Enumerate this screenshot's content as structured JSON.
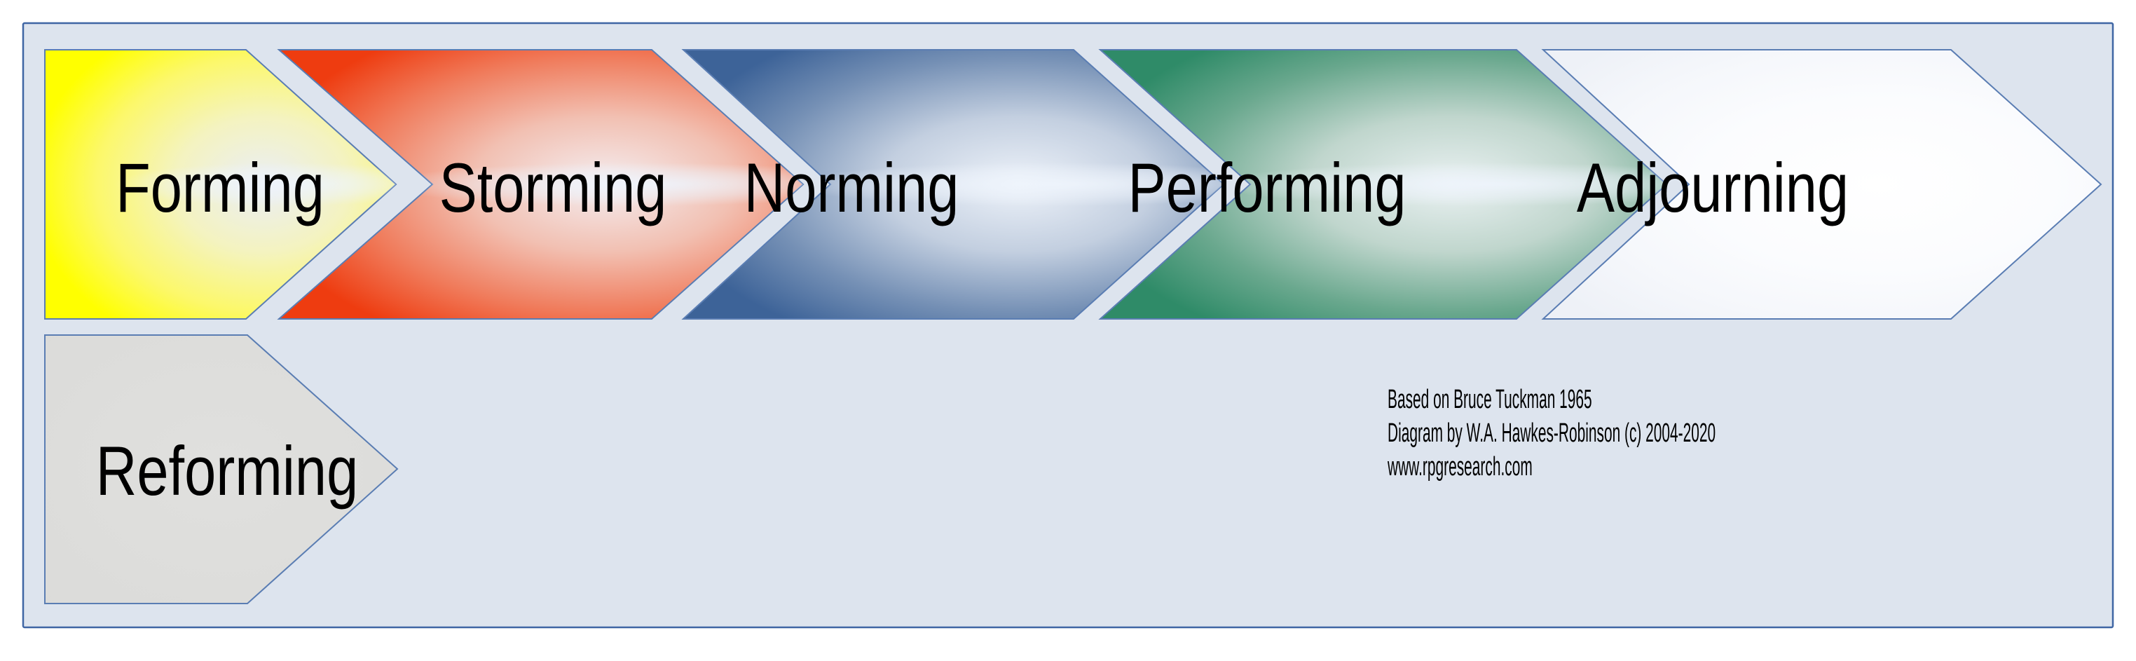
{
  "diagram": {
    "stages": [
      {
        "id": "forming",
        "label": "Forming"
      },
      {
        "id": "storming",
        "label": "Storming"
      },
      {
        "id": "norming",
        "label": "Norming"
      },
      {
        "id": "performing",
        "label": "Performing"
      },
      {
        "id": "adjourning",
        "label": "Adjourning"
      }
    ],
    "return_stage": {
      "id": "reforming",
      "label": "Reforming"
    },
    "attribution": [
      "Based on Bruce Tuckman 1965",
      "Diagram by W.A. Hawkes-Robinson (c) 2004-2020",
      "www.rpgresearch.com"
    ],
    "colors": {
      "page_background": "#ffffff",
      "frame_fill": "#dde4ee",
      "frame_border": "#3f66a4",
      "arrow_border": "#5a7db3",
      "label_text": "#000000",
      "streak": "#eef4fc",
      "forming": [
        "#eaeef6",
        "#f4f3c0",
        "#fcf86a",
        "#ffff00"
      ],
      "storming": [
        "#f4eef1",
        "#f2c0b2",
        "#f07b5b",
        "#ee3c10"
      ],
      "norming": [
        "#edf2f9",
        "#c3cfe0",
        "#7590b5",
        "#3d6398"
      ],
      "performing": [
        "#eaf1f2",
        "#c0d6cd",
        "#6aa88e",
        "#2f8b68"
      ],
      "adjourning": [
        "#ffffff",
        "#fbfcfe",
        "#f5f7fb",
        "#eef1f7"
      ],
      "reforming": [
        "#e0e0de",
        "#dbdbd9"
      ]
    }
  }
}
